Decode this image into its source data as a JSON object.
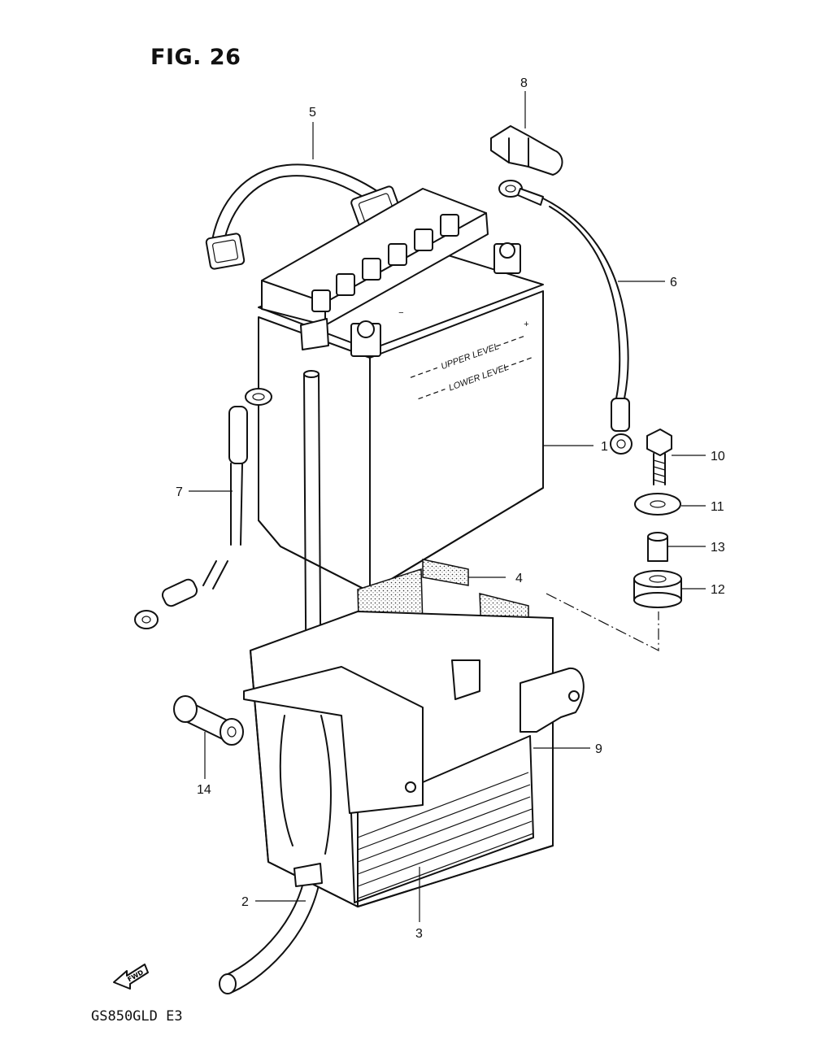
{
  "figure": {
    "title": "FIG. 26",
    "model": "GS850GLD  E3"
  },
  "battery_labels": {
    "upper": "UPPER LEVEL",
    "lower": "LOWER LEVEL"
  },
  "fwd_label": "FWD",
  "callouts": {
    "c1": "1",
    "c2": "2",
    "c3": "3",
    "c4": "4",
    "c5": "5",
    "c6": "6",
    "c7": "7",
    "c8": "8",
    "c9": "9",
    "c10": "10",
    "c11": "11",
    "c12": "12",
    "c13": "13",
    "c14": "14"
  }
}
